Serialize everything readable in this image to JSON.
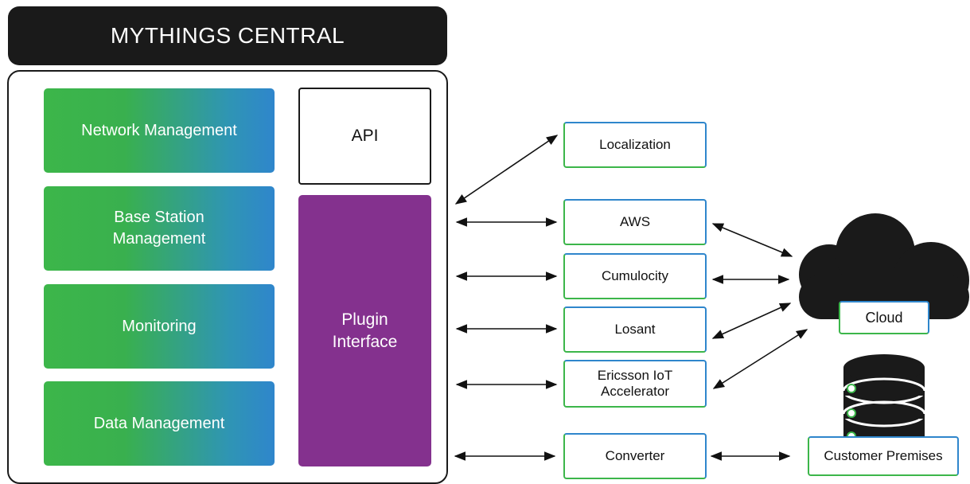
{
  "header": {
    "title": "MYTHINGS CENTRAL"
  },
  "modules": [
    {
      "label": "Network Management"
    },
    {
      "label": "Base Station\nManagement"
    },
    {
      "label": "Monitoring"
    },
    {
      "label": "Data Management"
    }
  ],
  "api": {
    "label": "API"
  },
  "plugin": {
    "label": "Plugin\nInterface"
  },
  "services": [
    {
      "label": "Localization"
    },
    {
      "label": "AWS"
    },
    {
      "label": "Cumulocity"
    },
    {
      "label": "Losant"
    },
    {
      "label": "Ericsson IoT\nAccelerator"
    },
    {
      "label": "Converter"
    }
  ],
  "destinations": {
    "cloud": "Cloud",
    "premises": "Customer Premises"
  },
  "colors": {
    "header_bg": "#1a1a1a",
    "module_gradient_start": "#3cb64a",
    "module_gradient_end": "#2f86cc",
    "plugin_bg": "#84318e",
    "border_accent_blue": "#2f86cc",
    "border_accent_green": "#3cb64a",
    "cloud_fill": "#1a1a1a"
  },
  "icons": {
    "cloud": "cloud-icon",
    "database": "database-icon",
    "arrows": "double-headed-arrow"
  }
}
